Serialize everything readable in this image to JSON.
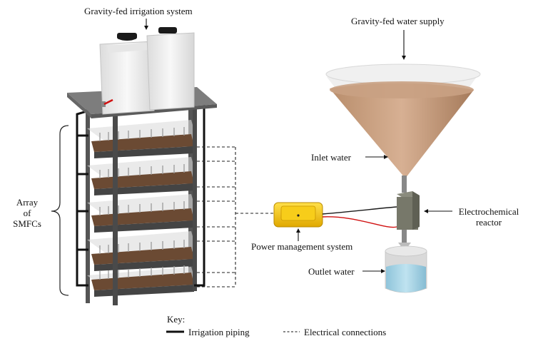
{
  "labels": {
    "irrigation_system": "Gravity-fed irrigation system",
    "water_supply": "Gravity-fed water supply",
    "inlet_water": "Inlet water",
    "outlet_water": "Outlet water",
    "reactor_line1": "Electrochemical",
    "reactor_line2": "reactor",
    "power_management": "Power management system",
    "array_line1": "Array",
    "array_line2": "of",
    "array_line3": "SMFCs"
  },
  "key": {
    "title": "Key:",
    "irrigation_piping": "Irrigation piping",
    "electrical_connections": "Electrical connections"
  },
  "colors": {
    "frame": "#4a4a4a",
    "soil": "#6b4a33",
    "water_tank": "#f2f2f2",
    "cone_water": "#c9a183",
    "power_box": "#f5c400",
    "reactor": "#77786a",
    "outlet_water": "#a9d6e8",
    "wire_red": "#d01010"
  },
  "icons": {
    "arrow": "arrow-icon",
    "brace": "curly-brace-icon"
  }
}
